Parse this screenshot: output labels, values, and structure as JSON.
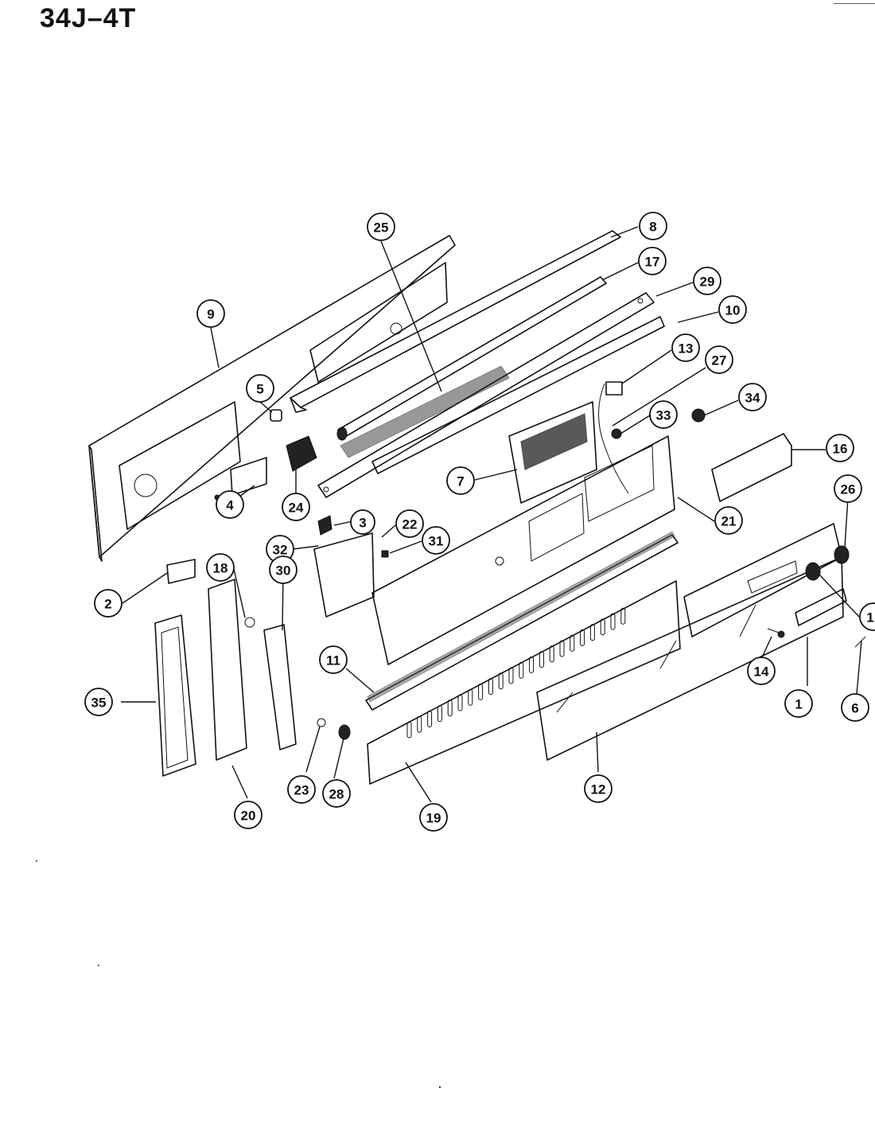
{
  "title": "34J–4T",
  "callouts": [
    {
      "id": "8",
      "label": "8"
    },
    {
      "id": "25",
      "label": "25"
    },
    {
      "id": "17",
      "label": "17"
    },
    {
      "id": "29",
      "label": "29"
    },
    {
      "id": "9",
      "label": "9"
    },
    {
      "id": "10",
      "label": "10"
    },
    {
      "id": "13",
      "label": "13"
    },
    {
      "id": "27",
      "label": "27"
    },
    {
      "id": "5",
      "label": "5"
    },
    {
      "id": "34",
      "label": "34"
    },
    {
      "id": "33",
      "label": "33"
    },
    {
      "id": "16",
      "label": "16"
    },
    {
      "id": "7",
      "label": "7"
    },
    {
      "id": "24",
      "label": "24"
    },
    {
      "id": "4",
      "label": "4"
    },
    {
      "id": "3",
      "label": "3"
    },
    {
      "id": "22",
      "label": "22"
    },
    {
      "id": "31",
      "label": "31"
    },
    {
      "id": "32",
      "label": "32"
    },
    {
      "id": "21",
      "label": "21"
    },
    {
      "id": "26",
      "label": "26"
    },
    {
      "id": "18",
      "label": "18"
    },
    {
      "id": "2",
      "label": "2"
    },
    {
      "id": "30",
      "label": "30"
    },
    {
      "id": "15",
      "label": "1"
    },
    {
      "id": "14",
      "label": "14"
    },
    {
      "id": "11",
      "label": "11"
    },
    {
      "id": "35",
      "label": "35"
    },
    {
      "id": "1",
      "label": "1"
    },
    {
      "id": "6",
      "label": "6"
    },
    {
      "id": "12",
      "label": "12"
    },
    {
      "id": "23",
      "label": "23"
    },
    {
      "id": "28",
      "label": "28"
    },
    {
      "id": "19",
      "label": "19"
    },
    {
      "id": "20",
      "label": "20"
    }
  ]
}
